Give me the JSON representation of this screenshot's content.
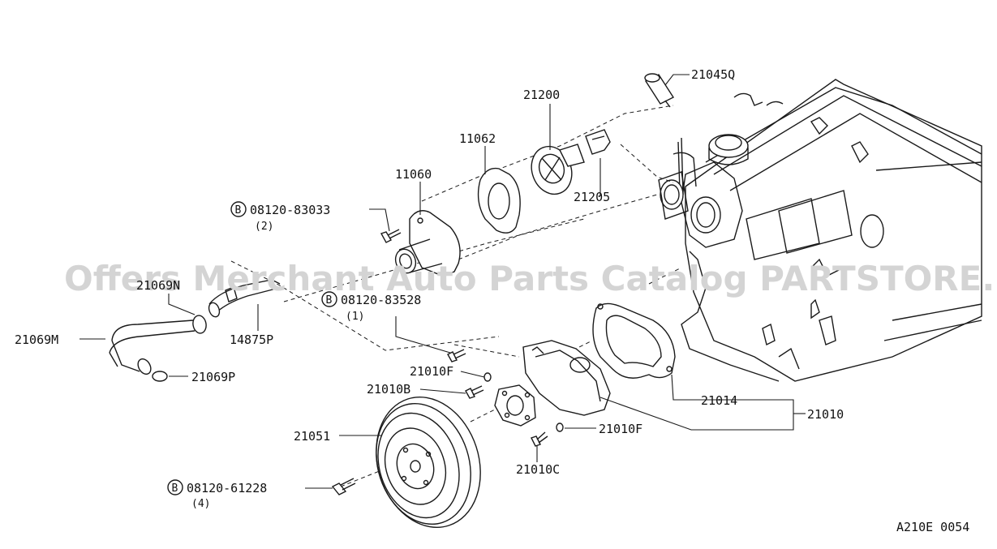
{
  "watermark": "Offers Merchant Auto Parts Catalog PARTSTORE.SA",
  "diagram_code": "A210E 0054",
  "bolt_symbol": "B",
  "parts": [
    {
      "id": "p21045Q",
      "number": "21045Q"
    },
    {
      "id": "p21200",
      "number": "21200"
    },
    {
      "id": "p11062",
      "number": "11062"
    },
    {
      "id": "p11060",
      "number": "11060"
    },
    {
      "id": "p21205",
      "number": "21205"
    },
    {
      "id": "p21069N",
      "number": "21069N"
    },
    {
      "id": "p21069M",
      "number": "21069M"
    },
    {
      "id": "p14875P",
      "number": "14875P"
    },
    {
      "id": "p21069P",
      "number": "21069P"
    },
    {
      "id": "p21010F_a",
      "number": "21010F"
    },
    {
      "id": "p21010B",
      "number": "21010B"
    },
    {
      "id": "p21014",
      "number": "21014"
    },
    {
      "id": "p21010",
      "number": "21010"
    },
    {
      "id": "p21051",
      "number": "21051"
    },
    {
      "id": "p21010F_b",
      "number": "21010F"
    },
    {
      "id": "p21010C",
      "number": "21010C"
    }
  ],
  "bolts": [
    {
      "id": "b83033",
      "number": "08120-83033",
      "qty": "(2)"
    },
    {
      "id": "b83528",
      "number": "08120-83528",
      "qty": "(1)"
    },
    {
      "id": "b61228",
      "number": "08120-61228",
      "qty": "(4)"
    }
  ]
}
